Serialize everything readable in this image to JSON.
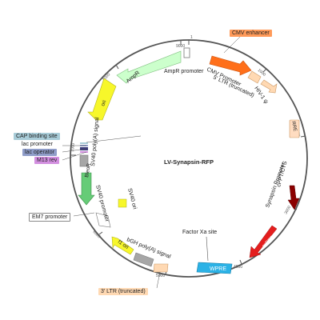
{
  "title": "LV-Synapsin-RFP",
  "ticks": [
    "1",
    "1000",
    "2000",
    "3000",
    "4000",
    "5000",
    "6000",
    "7000",
    "8000",
    "9000"
  ],
  "features": {
    "cmv_enhancer": "CMV enhancer",
    "cmv_promoter": "CMV Promoter",
    "ltr5": "5' LTR (truncated)",
    "hiv_psi": "HIV-1 ψ",
    "rre": "RRE",
    "synapsin_promoter": "Synapsin Promoter",
    "cppt": "cPPT/CTS",
    "mrfp": "mRFP",
    "wpre": "WPRE",
    "factor_xa": "Factor Xa site",
    "ltr3": "3' LTR (truncated)",
    "bgh": "bGH poly(A) signal",
    "f1ori": "f1 ori",
    "sv40_ori": "SV40 ori",
    "sv40_promoter": "SV40 promoter",
    "em7": "EM7 promoter",
    "bleor": "BleoR",
    "sv40_polya": "SV40 poly(A) signal",
    "cap": "CAP binding site",
    "lac_promoter": "lac promoter",
    "lac_operator": "lac operator",
    "m13rev": "M13 rev",
    "ori": "ori",
    "ampr": "AmpR",
    "ampr_promoter": "AmpR promoter"
  },
  "colors": {
    "cmv": "#ff6f1a",
    "cmv_label": "#ff9a59",
    "ltr": "#ffd9b3",
    "rre": "#ffdcc0",
    "dark_red": "#8b0000",
    "mrfp": "#e41e1e",
    "wpre": "#2bb2e6",
    "grey": "#a6a6a6",
    "yellow": "#f7f72a",
    "ampr": "#ccffcc",
    "bleor": "#66cc77",
    "cap": "#a8ccd8",
    "lac_op": "#8f9dc9",
    "m13": "#d38fe0",
    "backbone": "#555555"
  }
}
